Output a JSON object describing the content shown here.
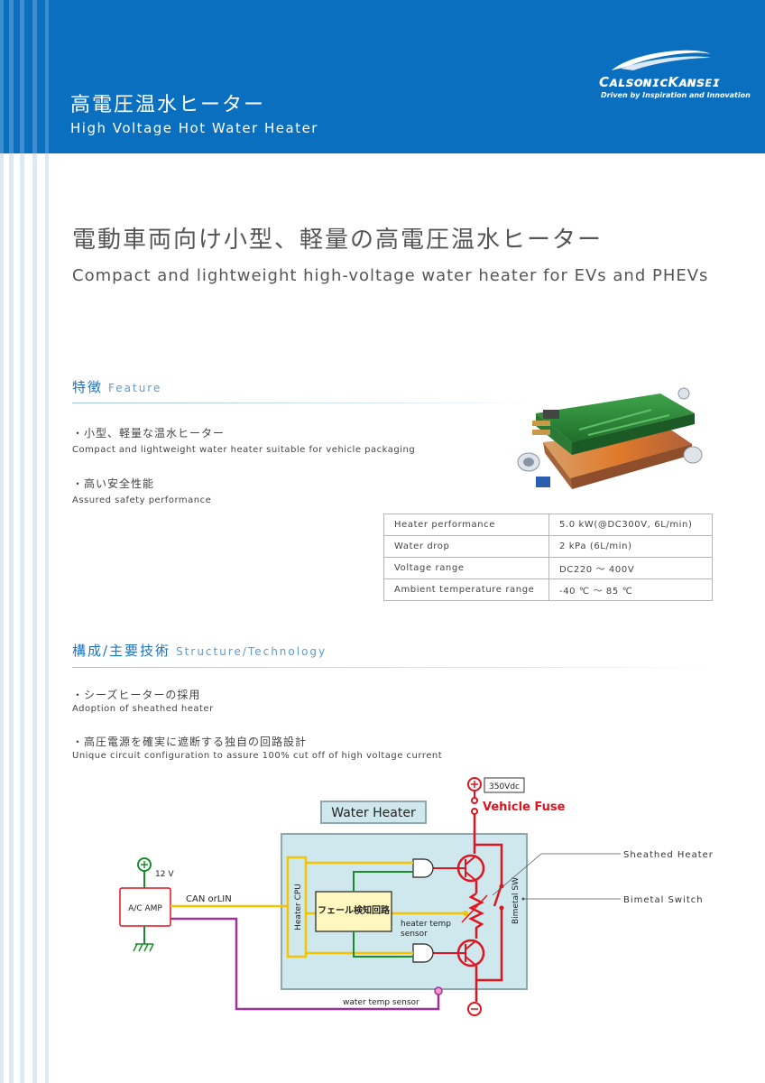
{
  "header": {
    "title_ja": "高電圧温水ヒーター",
    "title_en": "High Voltage Hot Water Heater",
    "brand": "CALSONIC KANSEI",
    "brand_display": "CᴀʟsᴏɴɪᴄKᴀɴsᴇɪ",
    "tagline": "Driven by Inspiration and Innovation"
  },
  "hero": {
    "title_ja": "電動車両向け小型、軽量の高電圧温水ヒーター",
    "title_en": "Compact and lightweight high-voltage water heater for EVs and PHEVs"
  },
  "feature": {
    "heading_ja": "特徴",
    "heading_en": "Feature",
    "items": [
      {
        "ja": "・小型、軽量な温水ヒーター",
        "en": "Compact and lightweight water heater suitable for vehicle packaging"
      },
      {
        "ja": "・高い安全性能",
        "en": "Assured safety performance"
      }
    ]
  },
  "spec_table": [
    {
      "label": "Heater performance",
      "value": "5.0 kW(@DC300V, 6L/min)"
    },
    {
      "label": "Water drop",
      "value": "2 kPa (6L/min)"
    },
    {
      "label": "Voltage range",
      "value": "DC220 ～ 400V"
    },
    {
      "label": "Ambient temperature range",
      "value": "-40 ℃ ～ 85 ℃"
    }
  ],
  "structure": {
    "heading_ja": "構成/主要技術",
    "heading_en": "Structure/Technology",
    "items": [
      {
        "ja": "・シーズヒーターの採用",
        "en": "Adoption of sheathed heater"
      },
      {
        "ja": "・高圧電源を確実に遮断する独自の回路設計",
        "en": "Unique circuit configuration to assure 100% cut off of high voltage current"
      }
    ]
  },
  "diagram": {
    "voltage_label": "350Vdc",
    "fuse_label": "Vehicle Fuse",
    "box_title": "Water Heater",
    "sheathed_heater": "Sheathed Heater",
    "bimetal_switch": "Bimetal Switch",
    "v12": "12 V",
    "ac_amp": "A/C AMP",
    "can_lin": "CAN orLIN",
    "heater_cpu": "Heater CPU",
    "fail_detect": "フェール検知回路",
    "heater_temp_sensor_1": "heater temp",
    "heater_temp_sensor_2": "sensor",
    "bimetal_sw": "Bimetal SW",
    "water_temp_sensor": "water temp sensor",
    "colors": {
      "hv": "#e0141e",
      "signal": "#f5c400",
      "ctrl": "#1a8c2c",
      "sensor": "#a0309a",
      "box": "#cfe8ee"
    }
  }
}
